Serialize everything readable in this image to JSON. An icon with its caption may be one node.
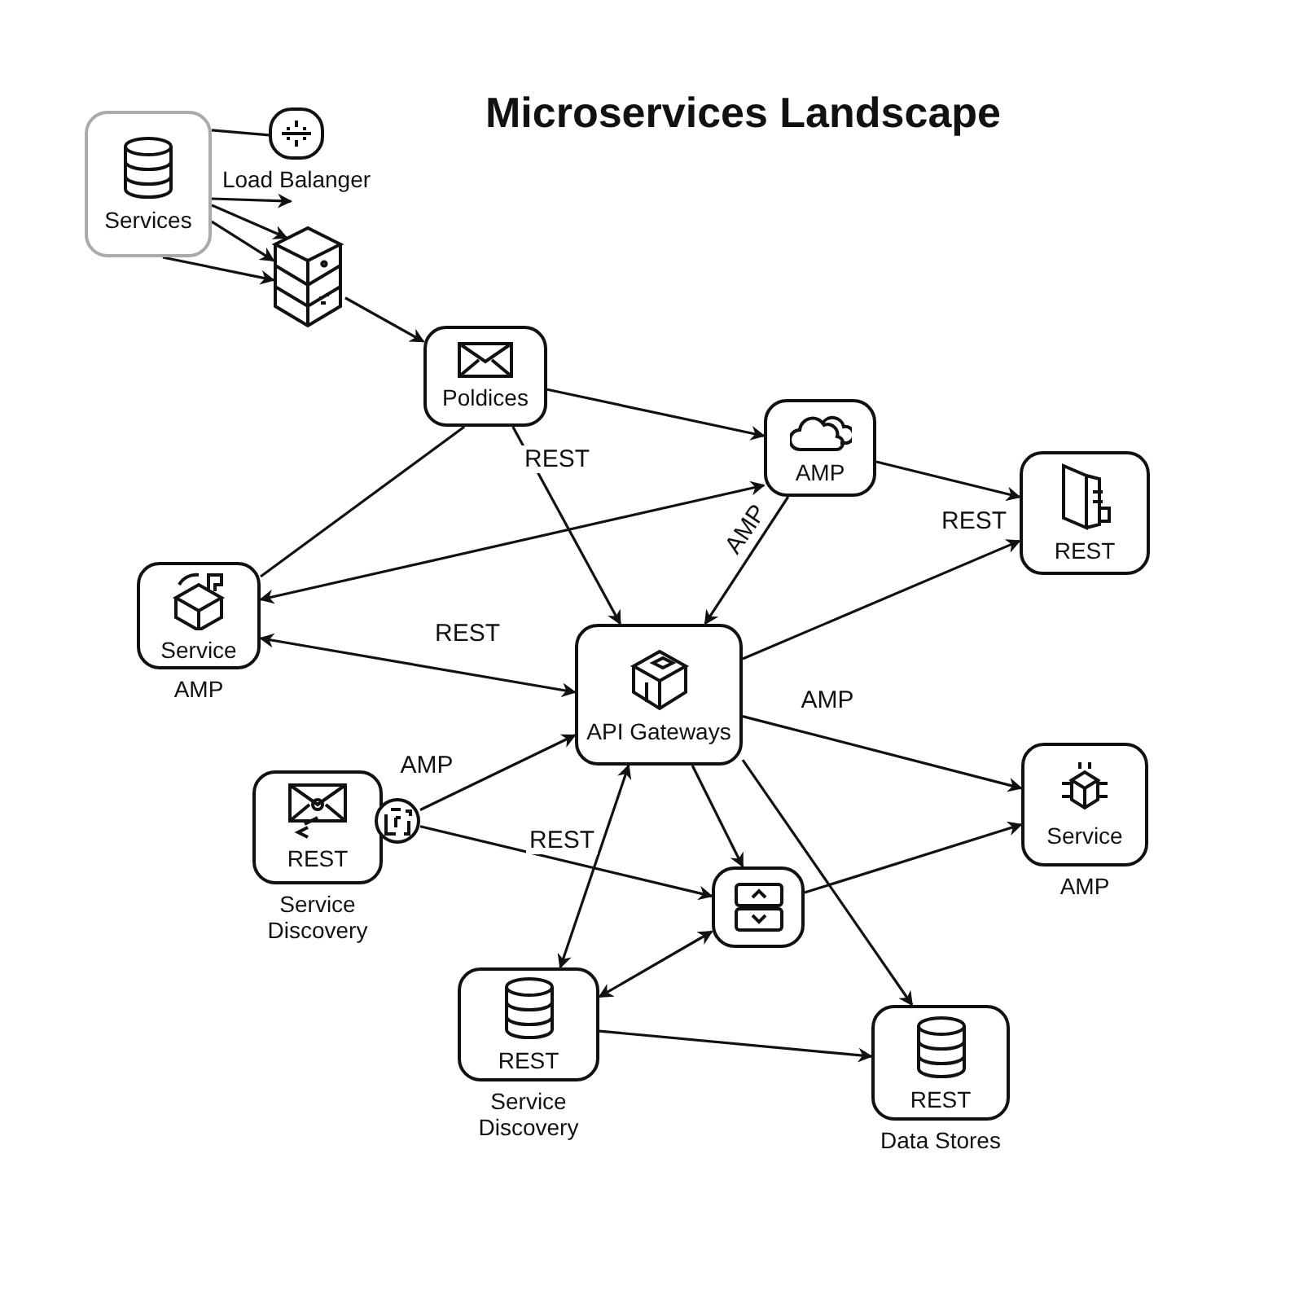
{
  "diagram": {
    "title": "Microservices Landscape",
    "nodes": [
      {
        "text": [
          "Services"
        ]
      },
      {
        "text": [],
        "shape": "box",
        "beside": [
          "Load Balanger"
        ]
      },
      {
        "text": [],
        "shape": "picture"
      },
      {
        "text": [
          "Poldices"
        ]
      },
      {
        "text": [
          "AMP"
        ]
      },
      {
        "text": [
          "REST"
        ]
      },
      {
        "text": [
          "Service"
        ],
        "beside": [
          "AMP"
        ]
      },
      {
        "text": [
          "API Gateways"
        ]
      },
      {
        "text": [
          "REST"
        ],
        "beside": [
          "Service Discovery"
        ]
      },
      {
        "text": [],
        "shape": "box"
      },
      {
        "text": [
          "Service"
        ],
        "beside": [
          "AMP"
        ]
      },
      {
        "text": [],
        "shape": "box"
      },
      {
        "text": [
          "REST"
        ],
        "beside": [
          "Service Discovery"
        ]
      },
      {
        "text": [
          "REST"
        ],
        "beside": [
          "Data Stores"
        ]
      }
    ],
    "edges": [
      {
        "from": 0,
        "to": 1,
        "arrow": "none"
      },
      {
        "from": 0,
        "to": 1,
        "arrow": "to"
      },
      {
        "from": 0,
        "to": 2,
        "arrow": "to"
      },
      {
        "from": 0,
        "to": 2,
        "arrow": "to"
      },
      {
        "from": 0,
        "to": 2,
        "arrow": "to"
      },
      {
        "from": 2,
        "to": 3,
        "arrow": "to"
      },
      {
        "from": 3,
        "to": 4,
        "arrow": "to"
      },
      {
        "from": 3,
        "to": 6,
        "arrow": "none"
      },
      {
        "from": 3,
        "to": 7,
        "arrow": "to",
        "label": "REST"
      },
      {
        "from": 6,
        "to": 4,
        "arrow": "both"
      },
      {
        "from": 4,
        "to": 7,
        "arrow": "to",
        "label": "AMP"
      },
      {
        "from": 4,
        "to": 5,
        "arrow": "to"
      },
      {
        "from": 7,
        "to": 5,
        "arrow": "to",
        "label": "REST"
      },
      {
        "from": 6,
        "to": 7,
        "arrow": "both",
        "label": "REST"
      },
      {
        "from": 7,
        "to": 10,
        "arrow": "to",
        "label": "AMP"
      },
      {
        "from": 9,
        "to": 7,
        "arrow": "to",
        "label": "AMP"
      },
      {
        "from": 9,
        "to": 11,
        "arrow": "to",
        "label": "REST"
      },
      {
        "from": 7,
        "to": 12,
        "arrow": "both"
      },
      {
        "from": 7,
        "to": 11,
        "arrow": "to"
      },
      {
        "from": 7,
        "to": 13,
        "arrow": "to"
      },
      {
        "from": 11,
        "to": 10,
        "arrow": "to"
      },
      {
        "from": 12,
        "to": 11,
        "arrow": "both"
      },
      {
        "from": 12,
        "to": 13,
        "arrow": "to"
      }
    ]
  }
}
